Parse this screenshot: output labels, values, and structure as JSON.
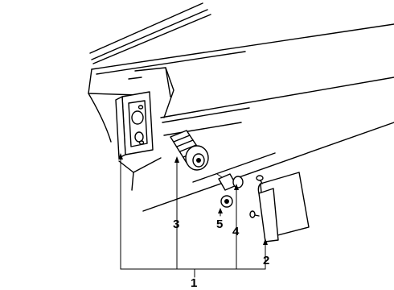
{
  "diagram": {
    "callouts": {
      "c1": "1",
      "c2": "2",
      "c3": "3",
      "c4": "4",
      "c5": "5"
    }
  }
}
